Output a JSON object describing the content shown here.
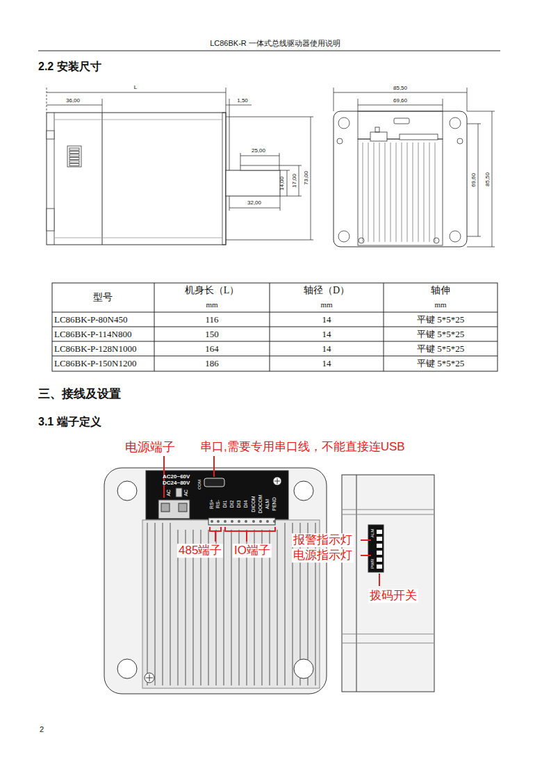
{
  "diagram": {
    "labels": [
      "LC86BK-R 一体式总线驱动器使用说明",
      "2.2 安装尺寸",
      "L",
      "36,00",
      "1,50",
      "25,00",
      "14,00",
      "17,00",
      "73,00",
      "32,00",
      "85,50",
      "69,60",
      "69,60",
      "85,50",
      "型号",
      "机身长（L）",
      "mm",
      "轴径（D）",
      "mm",
      "轴伸",
      "mm",
      "LC86BK-P-80N450",
      "116",
      "14",
      "平键 5*5*25",
      "LC86BK-P-114N800",
      "150",
      "14",
      "平键 5*5*25",
      "LC86BK-P-128N1000",
      "164",
      "14",
      "平键 5*5*25",
      "LC86BK-P-150N1200",
      "186",
      "14",
      "平键 5*5*25",
      "三、接线及设置",
      "3.1 端子定义",
      "电源端子",
      "串口,需要专用串口线，不能直接连USB",
      "485端子",
      "IO端子",
      "报警指示灯",
      "电源指示灯",
      "拨码开关",
      "AC20~60V",
      "DC24~80V",
      "AC",
      "AC",
      "COM",
      "RS+",
      "RS-",
      "DI1",
      "DI2",
      "DI3",
      "DI4",
      "DICOM",
      "DOCOM",
      "ALM",
      "PEND",
      "ALM",
      "PWR",
      "2"
    ]
  }
}
